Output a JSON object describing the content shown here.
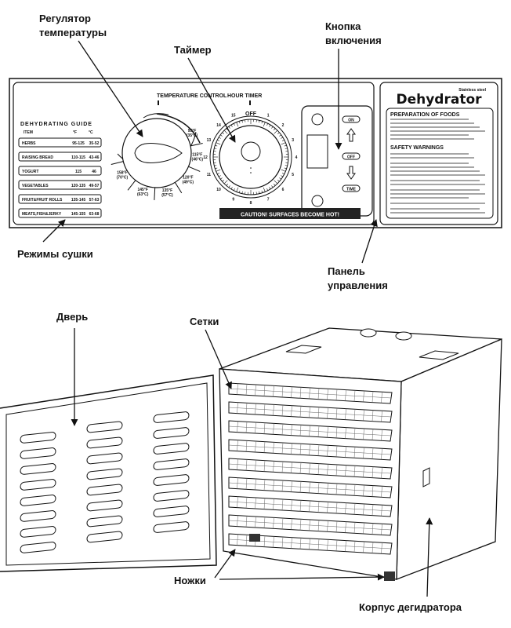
{
  "callouts": {
    "temp_regulator": [
      "Регулятор",
      "температуры"
    ],
    "timer": "Таймер",
    "power_button": [
      "Кнопка",
      "включения"
    ],
    "drying_modes": "Режимы сушки",
    "control_panel": [
      "Панель",
      "управления"
    ],
    "door": "Дверь",
    "trays": "Сетки",
    "feet": "Ножки",
    "body": "Корпус дегидратора"
  },
  "panel": {
    "temperature_control": "TEMPERATURE CONTROL",
    "hour_timer": "HOUR TIMER",
    "caution": "CAUTION! SURFACES BECOME HOT!",
    "guide": {
      "title": "DEHYDRATING  GUIDE",
      "headers": [
        "ITEM",
        "°F",
        "°C"
      ],
      "rows": [
        [
          "HERBS",
          "95-125",
          "35-52"
        ],
        [
          "RAISING BREAD",
          "110-115",
          "43-46"
        ],
        [
          "YOGURT",
          "115",
          "46"
        ],
        [
          "VEGETABLES",
          "120-135",
          "49-57"
        ],
        [
          "FRUIT&FRUIT ROLLS",
          "135-145",
          "57-63"
        ],
        [
          "MEATS,FISH&JERKY",
          "145-155",
          "63-68"
        ]
      ]
    },
    "dial_settings": [
      [
        "95°F",
        "(35°C)"
      ],
      [
        "115°F",
        "(46°C)"
      ],
      [
        "120°F",
        "(49°C)"
      ],
      [
        "135°F",
        "(57°C)"
      ],
      [
        "145°F",
        "(63°C)"
      ],
      [
        "158°F",
        "(70°C)"
      ]
    ],
    "timer_off": "OFF",
    "timer_hours": [
      "1",
      "2",
      "3",
      "4",
      "5",
      "6",
      "7",
      "8",
      "9",
      "10",
      "11",
      "12",
      "13",
      "14",
      "15"
    ],
    "buttons": {
      "on": "ON",
      "off": "OFF",
      "time": "TIME"
    },
    "brand_sub": "Stainless steel",
    "brand": "Dehydrator",
    "prep_title": "PREPARATION OF FOODS",
    "safety_title": "SAFETY WARNINGS"
  }
}
